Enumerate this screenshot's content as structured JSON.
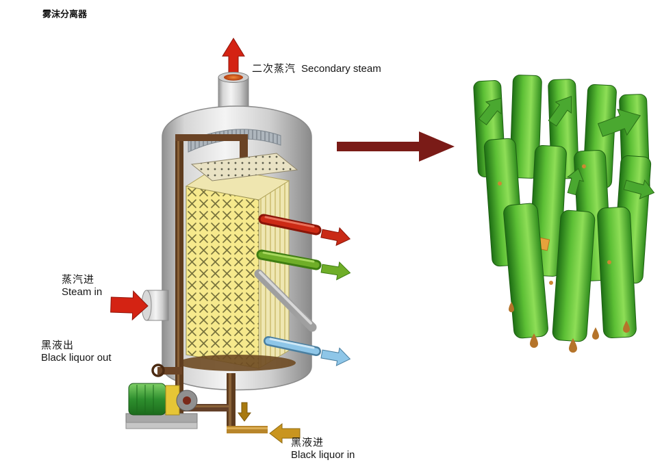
{
  "page": {
    "title": "雾沫分离器"
  },
  "labels": {
    "secondary_steam_zh": "二次蒸汽",
    "secondary_steam_en": "Secondary steam",
    "steam_in_zh": "蒸汽进",
    "steam_in_en": "Steam in",
    "black_liquor_out_zh": "黑液出",
    "black_liquor_out_en": "Black liquor out",
    "black_liquor_in_zh": "黑液进",
    "black_liquor_in_en": "Black liquor in"
  },
  "colors": {
    "steam_arrow": "#d42313",
    "transfer_arrow": "#7a1b17",
    "outlet_red": "#c92a15",
    "outlet_green": "#6fae28",
    "outlet_blue": "#8ec6e8",
    "liquor_gold": "#c9951f",
    "liquor_gold_dark": "#a8790f",
    "detail_green": "#4aa830",
    "detail_orange": "#e5a23c",
    "plate_pack_yellow": "#f6e98c",
    "vessel_gray": "#c9c9c9",
    "pipe_brown": "#5e3c1e"
  }
}
